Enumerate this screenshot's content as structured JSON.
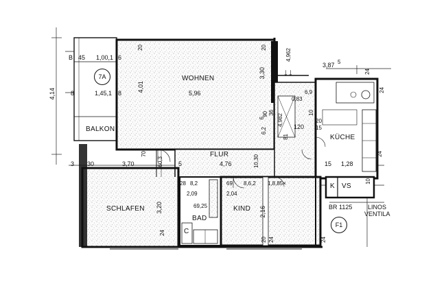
{
  "rooms": {
    "wohnen": "WOHNEN",
    "balkon": "BALKON",
    "kuche": "KÜCHE",
    "flur": "FLUR",
    "schlafen": "SCHLAFEN",
    "kind": "KIND",
    "bad": "BAD",
    "k": "K",
    "vs": "VS",
    "c": "C"
  },
  "markers": {
    "balcony_tag": "7A",
    "f_tag": "F1",
    "br": "BR 1125",
    "linos": "LINOS",
    "ventila": "VENTILA",
    "arrow": "↓↓"
  },
  "dimensions": {
    "left_total": "4,14",
    "b": "B",
    "d45": "45",
    "d100": "1,00,1",
    "d6a": "6",
    "d8": "8",
    "d145": "1,45,1",
    "d8b": "8",
    "d20a": "20",
    "d20b": "20",
    "d401": "4,01",
    "d596": "5,96",
    "d330": "3,30",
    "d4962": "4,962",
    "d387": "3,87",
    "d5sup": "5",
    "d24top": "24",
    "d69": "6,9",
    "d083": "0,83",
    "d24r": "24",
    "d36": "36",
    "d120": "120",
    "d20s": "20",
    "d15s": "15",
    "d10s": "10",
    "d4982": "4,982",
    "d6": "6",
    "d3": "3",
    "d30": "30",
    "d370": "3,70",
    "d603": "60,3",
    "d5": "5",
    "d70": "70",
    "d476": "4,76",
    "d1030": "10,30",
    "d15": "15",
    "d128": "1,28",
    "d28": "28",
    "d82": "8,2",
    "d209": "2,09",
    "d69b": "69",
    "d862": "8,6,2",
    "d185": "1,8,85×",
    "d204": "2,04",
    "d6925": "69,25",
    "d320": "3,20",
    "d216": "2,16",
    "d10": "10",
    "d24a": "24",
    "d20c": "20",
    "d24b": "24",
    "d24c": "24",
    "d24d": "24",
    "d90": "90",
    "d81": "81",
    "d62": "6,2"
  }
}
